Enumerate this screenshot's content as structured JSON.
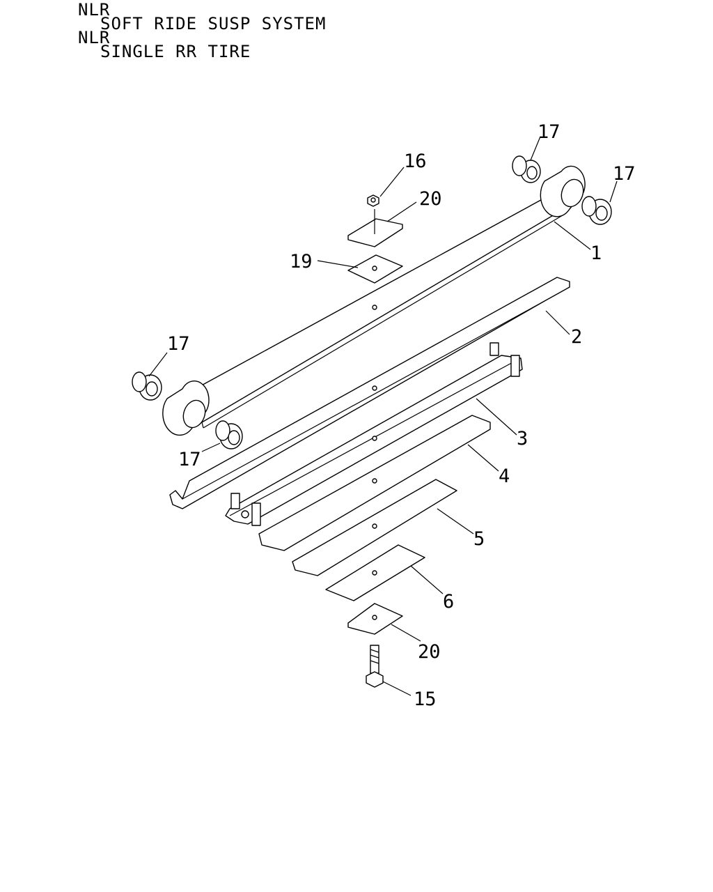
{
  "header": {
    "line1": "NLR",
    "line2": "SOFT RIDE SUSP SYSTEM",
    "line3": "NLR",
    "line4": "SINGLE RR TIRE"
  },
  "callouts": {
    "c1": "1",
    "c2": "2",
    "c3": "3",
    "c4": "4",
    "c5": "5",
    "c6": "6",
    "c15": "15",
    "c16": "16",
    "c17a": "17",
    "c17b": "17",
    "c17c": "17",
    "c17d": "17",
    "c19": "19",
    "c20a": "20",
    "c20b": "20"
  }
}
